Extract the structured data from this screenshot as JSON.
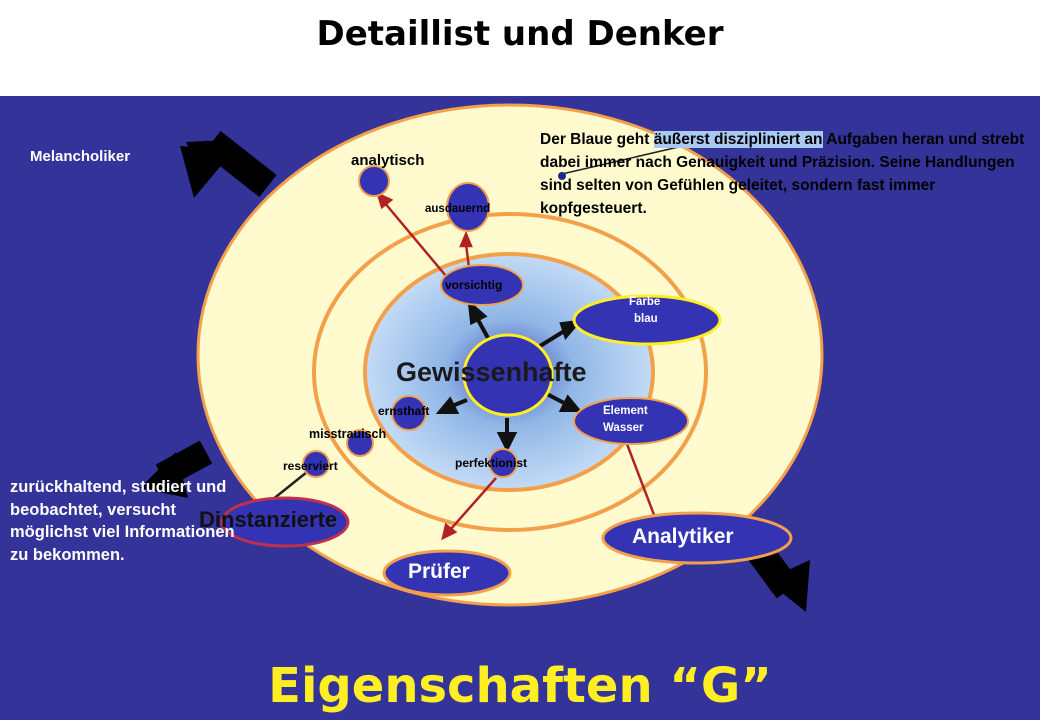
{
  "slide": {
    "title": "Detaillist und Denker",
    "footer_title": "Eigenschaften “G”"
  },
  "corner_labels": {
    "top_left": "Melancholiker"
  },
  "description": {
    "text_before": "Der Blaue geht ",
    "text_highlight": "äußerst diszipliniert an",
    "text_after": " Aufgaben heran und strebt dabei immer nach Genauigkeit und Präzision. Seine Handlungen sind selten von Gefühlen geleitet, sondern fast immer kopfgesteuert."
  },
  "left_description": "zurückhaltend, studiert und beobachtet, versucht möglichst viel Informationen zu bekommen.",
  "center": {
    "label": "Gewissenhafte"
  },
  "traits": {
    "analytisch": "analytisch",
    "ausdauernd": "ausdauernd",
    "vorsichtig": "vorsichtig",
    "ernsthaft": "ernsthaft",
    "misstrauisch": "misstrauisch",
    "reserviert": "reserviert",
    "perfektionist": "perfektionist"
  },
  "attributes": {
    "farbe_line1": "Farbe",
    "farbe_line2": "blau",
    "element_line1": "Element",
    "element_line2": "Wasser"
  },
  "roles": {
    "distanzierte": "Dinstanzierte",
    "analytiker": "Analytiker",
    "pruefer": "Prüfer"
  },
  "colors": {
    "panel": "#33339a",
    "outer_ring": "#fffbcf",
    "ring_stroke": "#f4a04a",
    "node_fill": "#3333b3",
    "accent_yellow": "#ffee22",
    "arrow_red": "#b22222",
    "highlight": "#a9c8f2"
  }
}
